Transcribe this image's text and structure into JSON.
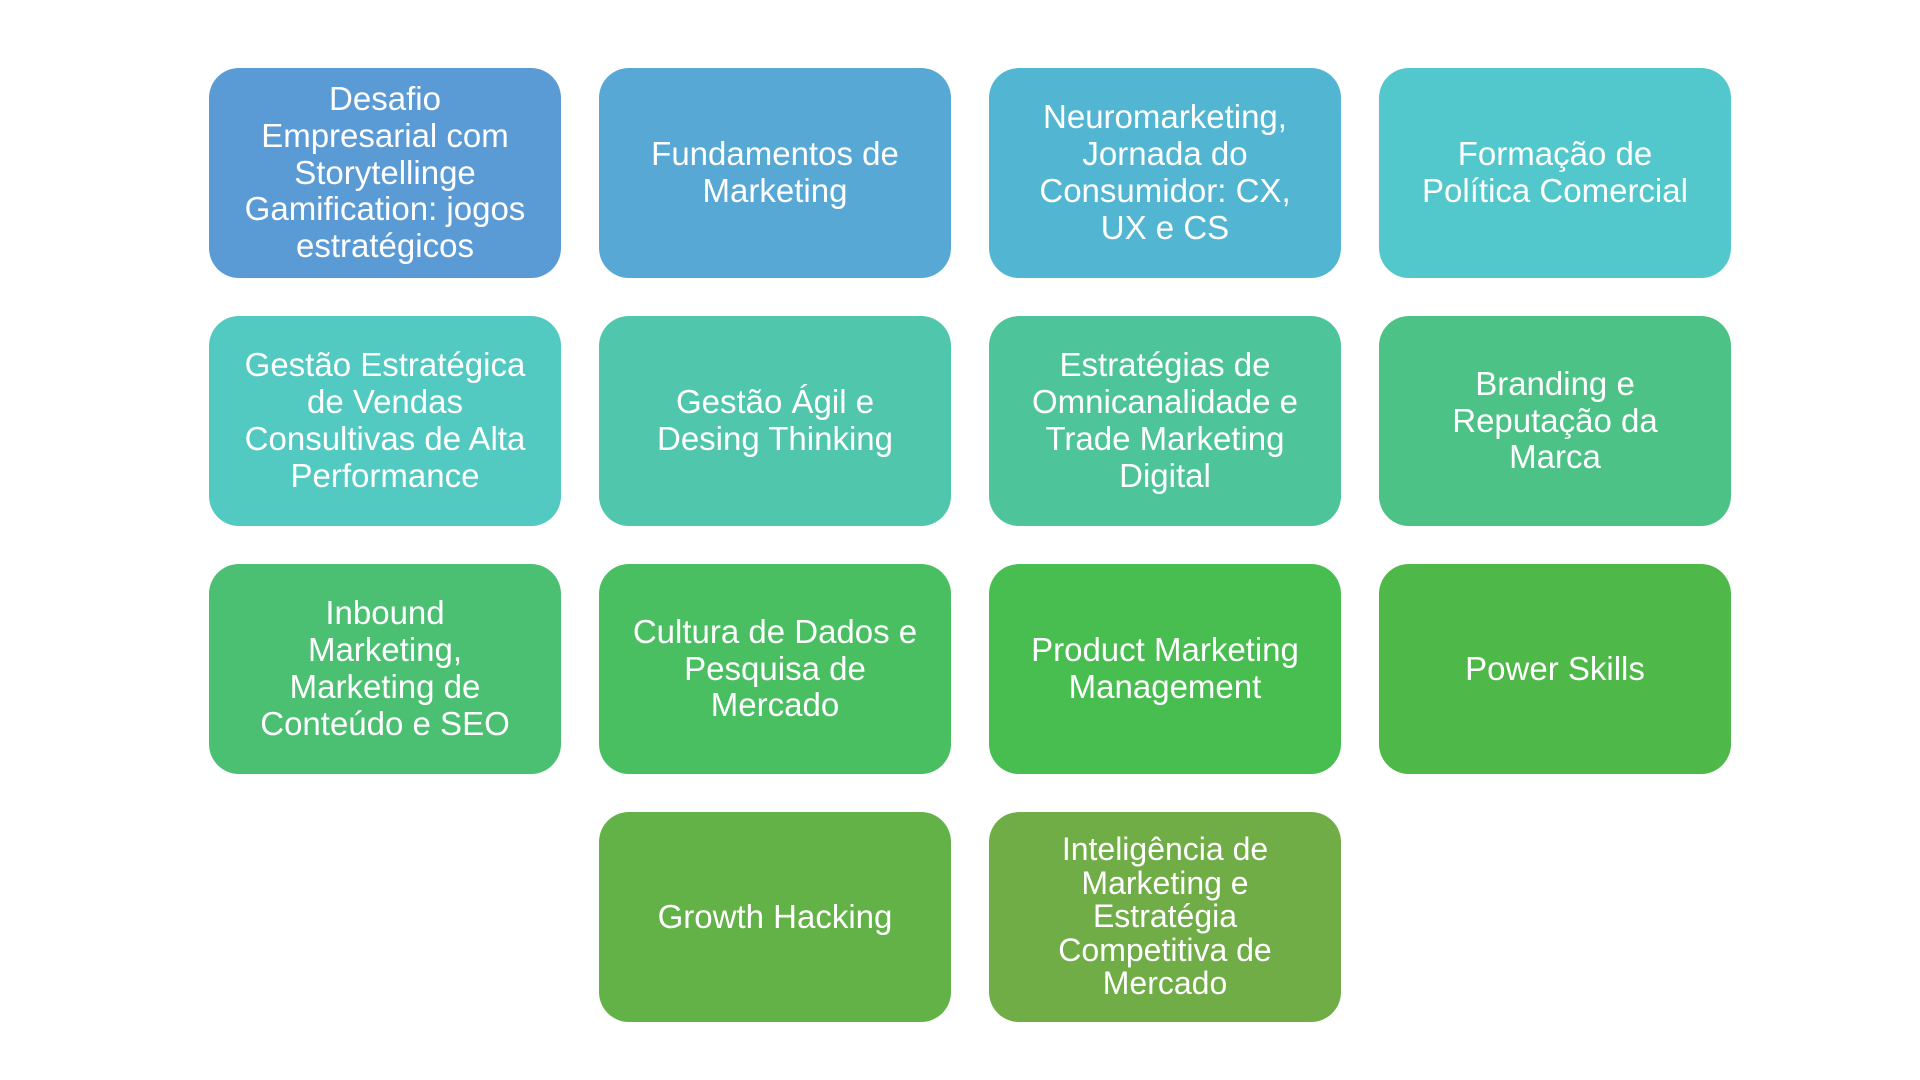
{
  "cards": [
    {
      "label": "Desafio\nEmpresarial com\nStorytellinge\nGamification: jogos\nestratégicos",
      "color": "#5b9bd5"
    },
    {
      "label": "Fundamentos de\nMarketing",
      "color": "#57a8d5"
    },
    {
      "label": "Neuromarketing,\nJornada do\nConsumidor: CX,\nUX e CS",
      "color": "#52b6d3"
    },
    {
      "label": "Formação de\nPolítica Comercial",
      "color": "#52c7cc"
    },
    {
      "label": "Gestão Estratégica\nde Vendas\nConsultivas de Alta\nPerformance",
      "color": "#52c9c1"
    },
    {
      "label": "Gestão Ágil e\nDesing Thinking",
      "color": "#50c6ad"
    },
    {
      "label": "Estratégias de\nOmnicanalidade e\nTrade Marketing\nDigital",
      "color": "#4ec49b"
    },
    {
      "label": "Branding e\nReputação da\nMarca",
      "color": "#4cc287"
    },
    {
      "label": "Inbound\nMarketing,\nMarketing de\nConteúdo e SEO",
      "color": "#4cc072"
    },
    {
      "label": "Cultura de Dados e\nPesquisa de\nMercado",
      "color": "#4abf62"
    },
    {
      "label": "Product Marketing\nManagement",
      "color": "#48bd50"
    },
    {
      "label": "Power Skills",
      "color": "#4eb848"
    },
    {
      "label": "Growth Hacking",
      "color": "#63b247"
    },
    {
      "label": "Inteligência de\nMarketing e\nEstratégia\nCompetitiva de\nMercado",
      "color": "#70ad47"
    }
  ]
}
